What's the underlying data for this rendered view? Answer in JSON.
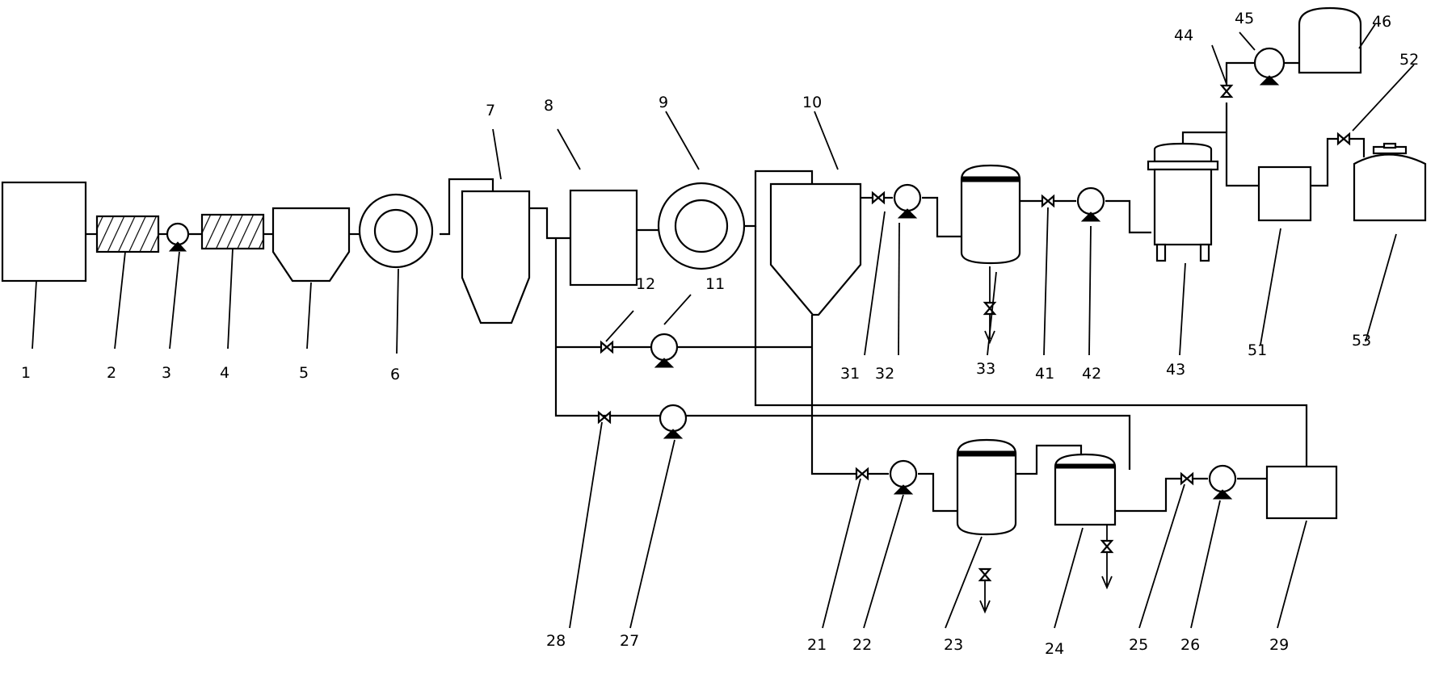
{
  "diagram": {
    "labels": {
      "n1": "1",
      "n2": "2",
      "n3": "3",
      "n4": "4",
      "n5": "5",
      "n6": "6",
      "n7": "7",
      "n8": "8",
      "n9": "9",
      "n10": "10",
      "n11": "11",
      "n12": "12",
      "n21": "21",
      "n22": "22",
      "n23": "23",
      "n24": "24",
      "n25": "25",
      "n26": "26",
      "n27": "27",
      "n28": "28",
      "n29": "29",
      "n31": "31",
      "n32": "32",
      "n33": "33",
      "n41": "41",
      "n42": "42",
      "n43": "43",
      "n44": "44",
      "n45": "45",
      "n46": "46",
      "n51": "51",
      "n52": "52",
      "n53": "53"
    }
  }
}
